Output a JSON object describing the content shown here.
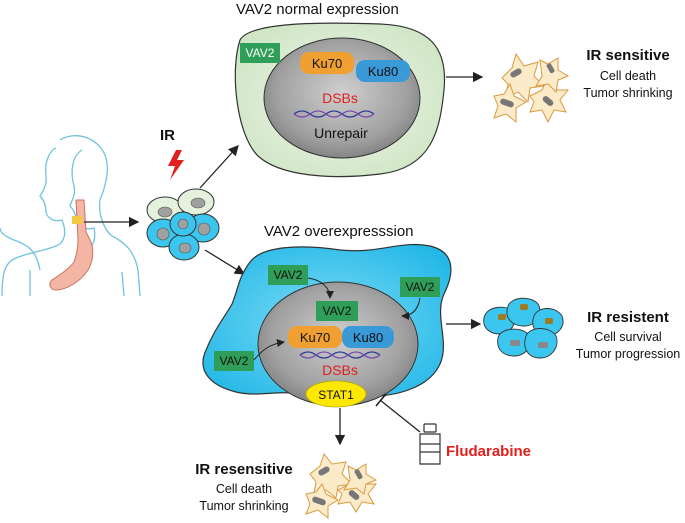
{
  "top_panel": {
    "title": "VAV2 normal expression",
    "vav2_label": "VAV2",
    "ku70_label": "Ku70",
    "ku80_label": "Ku80",
    "dsbs_label": "DSBs",
    "unrepair_label": "Unrepair"
  },
  "ir_label": "IR",
  "outcome_sensitive": {
    "title": "IR sensitive",
    "line1": "Cell death",
    "line2": "Tumor shrinking"
  },
  "bottom_panel": {
    "title": "VAV2 overexpresssion",
    "vav2_left_top": "VAV2",
    "vav2_right_top": "VAV2",
    "vav2_center": "VAV2",
    "vav2_left_bottom": "VAV2",
    "ku70_label": "Ku70",
    "ku80_label": "Ku80",
    "dsbs_label": "DSBs",
    "stat1_label": "STAT1"
  },
  "outcome_resistant": {
    "title": "IR resistent",
    "line1": "Cell survival",
    "line2": "Tumor progression"
  },
  "outcome_resensitive": {
    "title": "IR resensitive",
    "line1": "Cell death",
    "line2": "Tumor shrinking"
  },
  "drug_label": "Fludarabine",
  "colors": {
    "vav2_green": "#2e9e58",
    "ku70_orange": "#f0a030",
    "ku80_blue": "#3a9ad8",
    "dsbs_red": "#e0211d",
    "stat1_yellow": "#ffe800",
    "cell_light_green": "#e4f1dd",
    "cell_cyan": "#3ac6ee",
    "nucleus_gray": "#9a9a9a",
    "fludarabine_red": "#e0211d"
  }
}
